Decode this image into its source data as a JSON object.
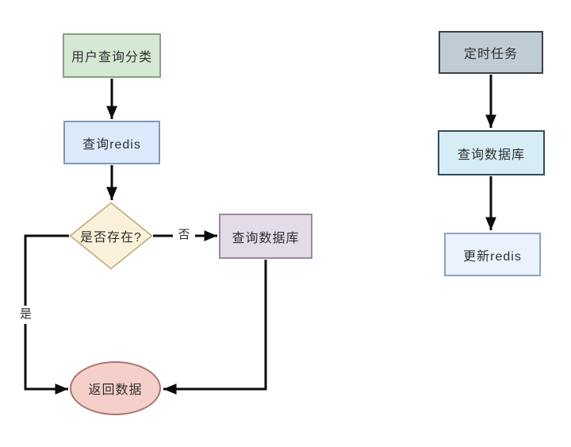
{
  "diagram": {
    "background": "#ffffff",
    "line_color": "#0c0c0c",
    "nodes": {
      "user_query": {
        "label": "用户查询分类",
        "shape": "rectangle",
        "fill": "#d5e8d4",
        "stroke": "#83a27e"
      },
      "query_redis": {
        "label": "查询redis",
        "shape": "rectangle",
        "fill": "#dbe9fb",
        "stroke": "#8097b8"
      },
      "exists": {
        "label": "是否存在?",
        "shape": "diamond",
        "fill": "#fbf0da",
        "stroke": "#bfaa80"
      },
      "query_db_left": {
        "label": "查询数据库",
        "shape": "rectangle",
        "fill": "#e4dbe8",
        "stroke": "#9b8aa0"
      },
      "return_data": {
        "label": "返回数据",
        "shape": "ellipse",
        "fill": "#f5cfca",
        "stroke": "#a8766f"
      },
      "scheduled_task": {
        "label": "定时任务",
        "shape": "rectangle",
        "fill": "#bfccd4",
        "stroke": "#3a4147"
      },
      "query_db_right": {
        "label": "查询数据库",
        "shape": "rectangle",
        "fill": "#d6edf6",
        "stroke": "#354a54"
      },
      "update_redis": {
        "label": "更新redis",
        "shape": "rectangle",
        "fill": "#e9f2fd",
        "stroke": "#8ea3bb"
      }
    },
    "edge_labels": {
      "no": "否",
      "yes": "是"
    },
    "edges": [
      {
        "from": "用户查询分类",
        "to": "查询redis",
        "label": ""
      },
      {
        "from": "查询redis",
        "to": "是否存在?",
        "label": ""
      },
      {
        "from": "是否存在?",
        "to": "查询数据库",
        "label": "否"
      },
      {
        "from": "是否存在?",
        "to": "返回数据",
        "label": "是"
      },
      {
        "from": "查询数据库",
        "to": "返回数据",
        "label": ""
      },
      {
        "from": "定时任务",
        "to": "查询数据库",
        "label": ""
      },
      {
        "from": "查询数据库",
        "to": "更新redis",
        "label": ""
      }
    ]
  }
}
